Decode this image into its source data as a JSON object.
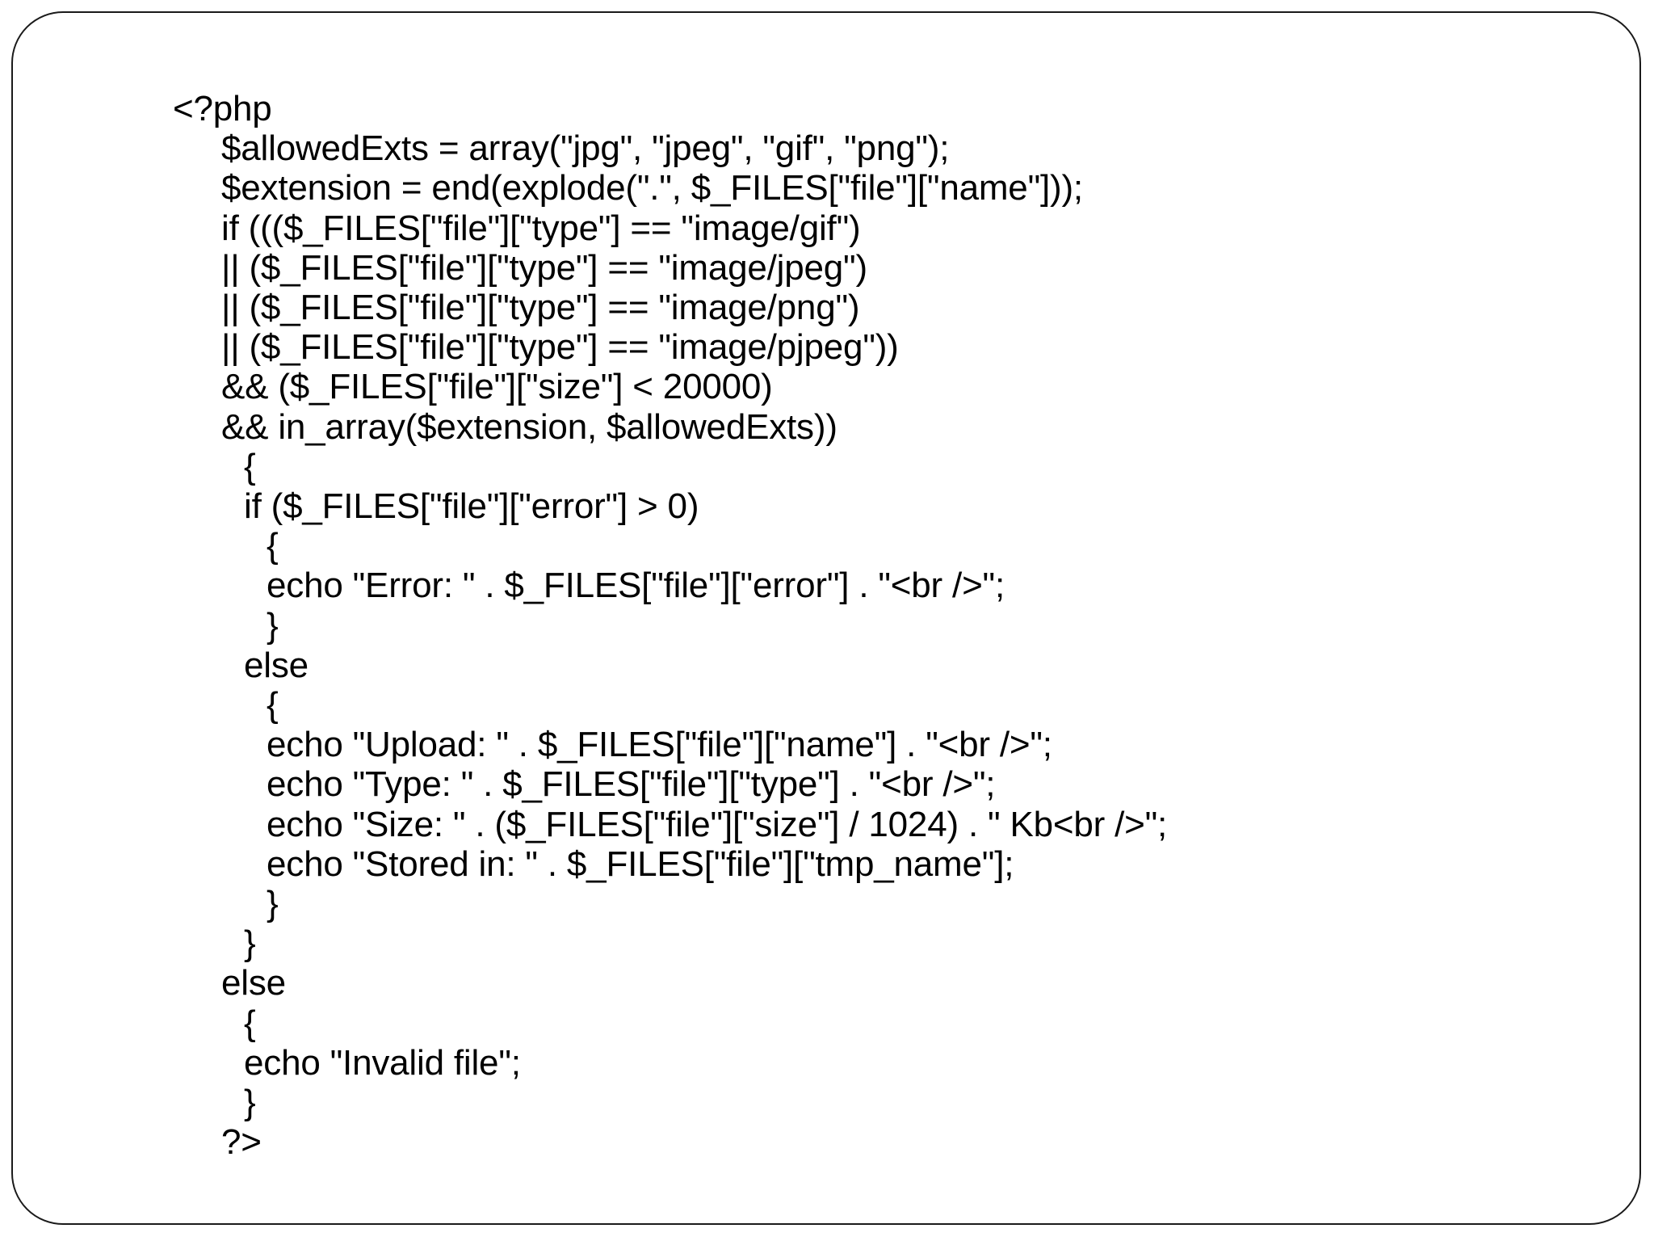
{
  "code": {
    "lines": [
      "<?php",
      "$allowedExts = array(\"jpg\", \"jpeg\", \"gif\", \"png\");",
      "$extension = end(explode(\".\", $_FILES[\"file\"][\"name\"]));",
      "if ((($_FILES[\"file\"][\"type\"] == \"image/gif\")",
      "|| ($_FILES[\"file\"][\"type\"] == \"image/jpeg\")",
      "|| ($_FILES[\"file\"][\"type\"] == \"image/png\")",
      "|| ($_FILES[\"file\"][\"type\"] == \"image/pjpeg\"))",
      "&& ($_FILES[\"file\"][\"size\"] < 20000)",
      "&& in_array($extension, $allowedExts))",
      "{",
      "if ($_FILES[\"file\"][\"error\"] > 0)",
      "{",
      "echo \"Error: \" . $_FILES[\"file\"][\"error\"] . \"<br />\";",
      "}",
      "else",
      "{",
      "echo \"Upload: \" . $_FILES[\"file\"][\"name\"] . \"<br />\";",
      "echo \"Type: \" . $_FILES[\"file\"][\"type\"] . \"<br />\";",
      "echo \"Size: \" . ($_FILES[\"file\"][\"size\"] / 1024) . \" Kb<br />\";",
      "echo \"Stored in: \" . $_FILES[\"file\"][\"tmp_name\"];",
      "}",
      "}",
      "else",
      "{",
      "echo \"Invalid file\";",
      "}",
      "?>"
    ]
  }
}
